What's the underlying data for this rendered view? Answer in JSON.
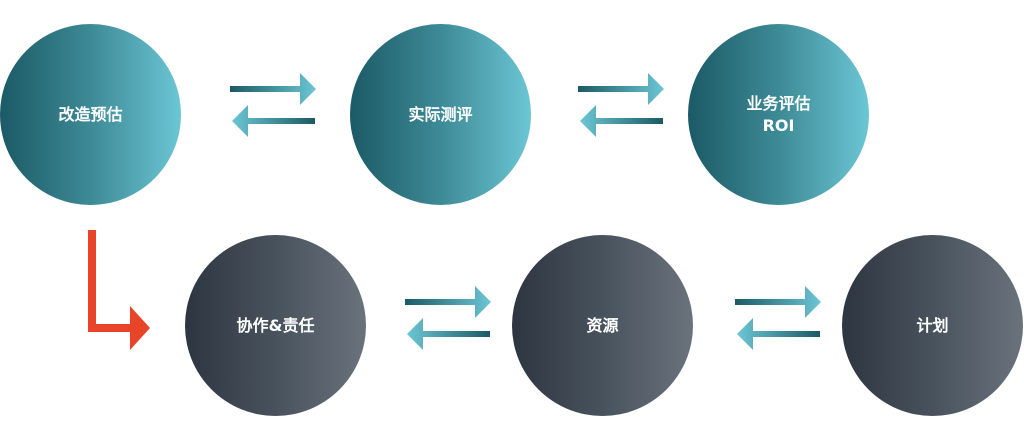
{
  "top_row": [
    {
      "label": "改造预估"
    },
    {
      "label": "实际测评"
    },
    {
      "label": "业务评估",
      "label2": "ROI"
    }
  ],
  "bottom_row": [
    {
      "label": "协作&责任"
    },
    {
      "label": "资源"
    },
    {
      "label": "计划"
    }
  ],
  "colors": {
    "teal_dark": "#1b5a66",
    "teal_light": "#6cc6d4",
    "gray_dark": "#2d3540",
    "gray_light": "#6a737c",
    "red": "#e8442a"
  }
}
